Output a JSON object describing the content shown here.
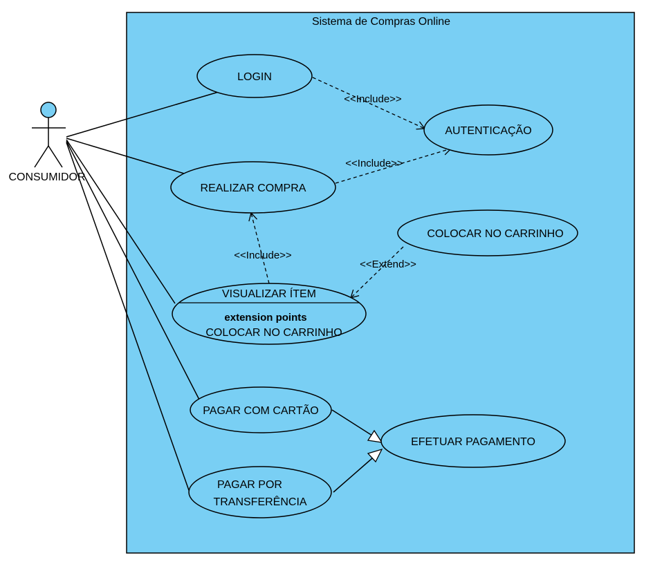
{
  "system": {
    "title": "Sistema de Compras Online",
    "fill_color": "#79CFF4"
  },
  "actor": {
    "name": "CONSUMIDOR",
    "head_color": "#79CFF4"
  },
  "use_cases": {
    "login": "LOGIN",
    "autenticacao": "AUTENTICAÇÃO",
    "realizar_compra": "REALIZAR COMPRA",
    "colocar_no_carrinho": "COLOCAR NO CARRINHO",
    "visualizar_item": {
      "name": "VISUALIZAR ÍTEM",
      "extension_points_label": "extension points",
      "extension_point": "COLOCAR NO CARRINHO"
    },
    "pagar_com_cartao": "PAGAR COM CARTÃO",
    "pagar_por_transferencia": [
      "PAGAR POR",
      "TRANSFERÊNCIA"
    ],
    "efetuar_pagamento": "EFETUAR PAGAMENTO"
  },
  "relationships": {
    "login_autenticacao": "<<Include>>",
    "realizar_autenticacao": "<<Include>>",
    "visualizar_realizar": "<<Include>>",
    "carrinho_visualizar": "<<Extend>>"
  }
}
